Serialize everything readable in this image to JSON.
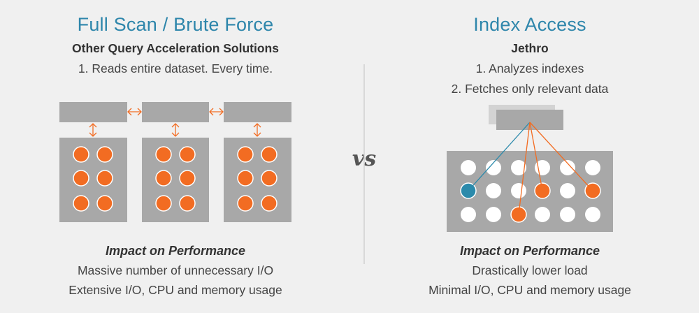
{
  "left": {
    "title": "Full Scan / Brute Force",
    "subtitle": "Other Query Acceleration Solutions",
    "lines": [
      "1. Reads entire dataset. Every time."
    ],
    "impact_heading": "Impact on Performance",
    "impact_lines": [
      "Massive number of unnecessary I/O",
      "Extensive I/O, CPU and memory usage"
    ]
  },
  "right": {
    "title": "Index Access",
    "subtitle": "Jethro",
    "lines": [
      "1. Analyzes indexes",
      "2. Fetches only relevant data"
    ],
    "impact_heading": "Impact on Performance",
    "impact_lines": [
      "Drastically lower load",
      "Minimal I/O, CPU and memory usage"
    ]
  },
  "vs_label": "vs",
  "colors": {
    "title": "#2e86ab",
    "orange": "#f26c22",
    "teal": "#2b8aab",
    "gray_box": "#a8a8a8",
    "background": "#f0f0f0"
  }
}
